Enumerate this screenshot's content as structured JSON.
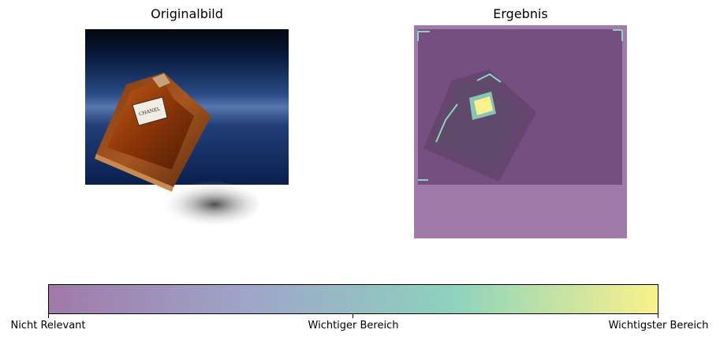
{
  "panels": {
    "left_title": "Originalbild",
    "right_title": "Ergebnis"
  },
  "original_image": {
    "label_text": "CHANEL"
  },
  "colorbar": {
    "colors": [
      "#a07aa9",
      "#9ea6c9",
      "#8dd3bd",
      "#faf18b"
    ],
    "ticks": [
      {
        "label": "Nicht Relevant"
      },
      {
        "label": "Wichtiger Bereich"
      },
      {
        "label": "Wichtigster Bereich"
      }
    ]
  }
}
